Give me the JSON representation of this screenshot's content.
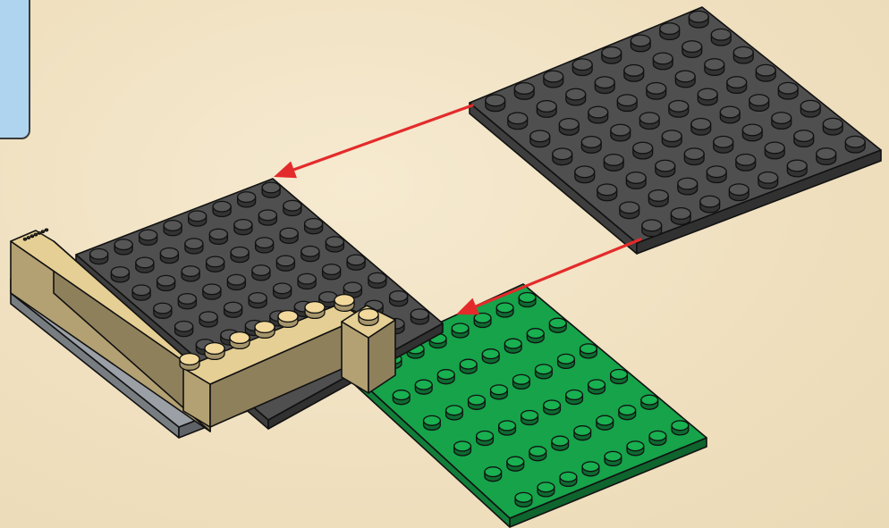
{
  "scene": {
    "kind": "building-instruction-step",
    "colors": {
      "background": "#f1e3c6",
      "callout": "#aed4f0",
      "plate_dark_gray": "#4f4f4f",
      "plate_green": "#16a34a",
      "brick_tan": "#e6cf94",
      "base_light_gray": "#9aa0a6",
      "arrow": "#e32b2b",
      "outline": "#111111"
    },
    "parts": [
      {
        "id": "dark-gray-plate-new",
        "color": "dark-gray",
        "studs": "8x8"
      },
      {
        "id": "dark-gray-plate-placed",
        "color": "dark-gray",
        "studs": "8x8"
      },
      {
        "id": "green-plate",
        "color": "green",
        "studs": "6x8"
      },
      {
        "id": "tan-brick-wall",
        "color": "tan",
        "shape": "L"
      }
    ],
    "arrows": 2
  }
}
